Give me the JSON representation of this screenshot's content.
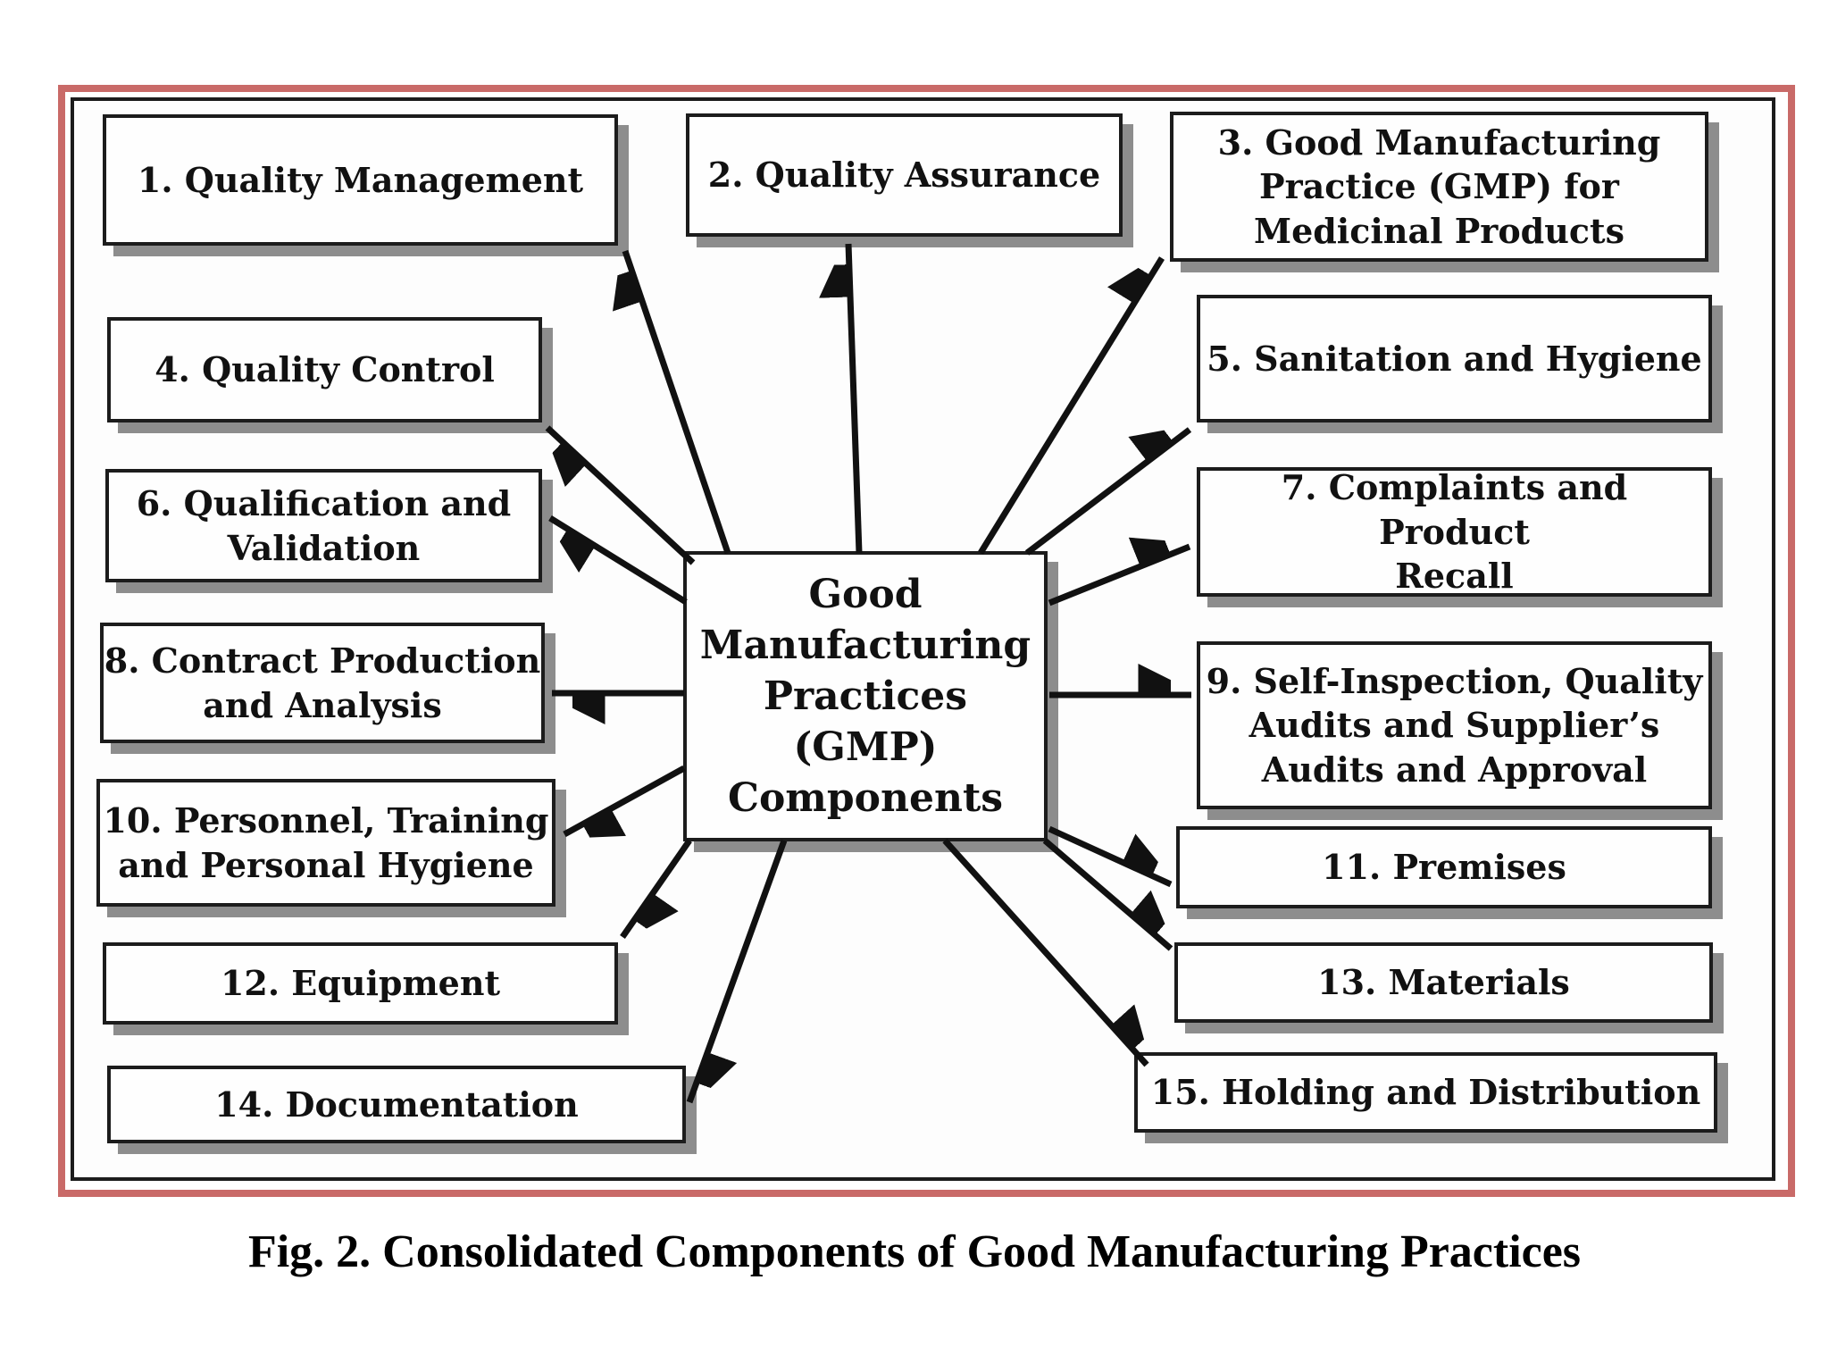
{
  "figure": {
    "caption": "Fig. 2. Consolidated Components of Good Manufacturing Practices"
  },
  "diagram": {
    "center_label": "Good\nManufacturing\nPractices\n(GMP)\nComponents",
    "components": [
      {
        "label": "1. Quality Management"
      },
      {
        "label": "2. Quality Assurance"
      },
      {
        "label": "3. Good Manufacturing\nPractice (GMP) for\nMedicinal Products"
      },
      {
        "label": "4. Quality Control"
      },
      {
        "label": "5. Sanitation and Hygiene"
      },
      {
        "label": "6. Qualification and\nValidation"
      },
      {
        "label": "7. Complaints and Product\nRecall"
      },
      {
        "label": "8. Contract Production\nand Analysis"
      },
      {
        "label": "9. Self-Inspection, Quality\nAudits and Supplier’s\nAudits and Approval"
      },
      {
        "label": "10. Personnel, Training\nand Personal Hygiene"
      },
      {
        "label": "11. Premises"
      },
      {
        "label": "12. Equipment"
      },
      {
        "label": "13. Materials"
      },
      {
        "label": "14. Documentation"
      },
      {
        "label": "15. Holding and Distribution"
      }
    ]
  },
  "colors": {
    "frame_red": "#c96a68",
    "border_black": "#1c1c1c",
    "shadow_gray": "#8d8d8d",
    "box_bg": "#fefefe",
    "text_color": "#111111",
    "page_bg": "#ffffff"
  }
}
